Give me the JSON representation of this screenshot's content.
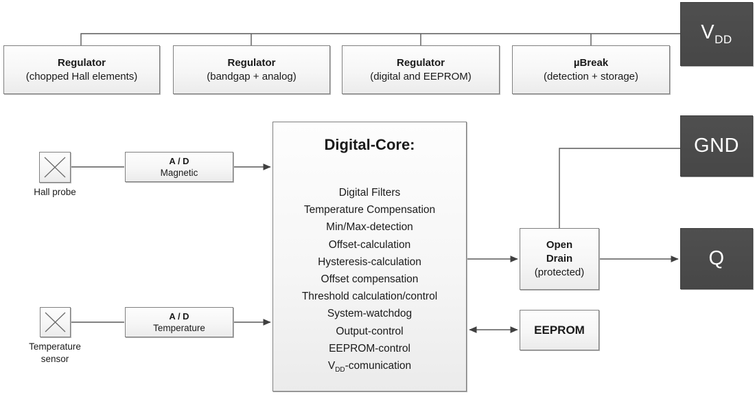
{
  "diagram": {
    "top_row": {
      "boxes": [
        {
          "title": "Regulator",
          "subtitle": "(chopped Hall elements)"
        },
        {
          "title": "Regulator",
          "subtitle": "(bandgap + analog)"
        },
        {
          "title": "Regulator",
          "subtitle": "(digital and EEPROM)"
        },
        {
          "title": "µBreak",
          "subtitle": "(detection + storage)"
        }
      ]
    },
    "pins": {
      "vdd": {
        "base": "V",
        "sub": "DD"
      },
      "gnd": "GND",
      "q": "Q"
    },
    "core": {
      "title": "Digital-Core:",
      "items": [
        "Digital Filters",
        "Temperature Compensation",
        "Min/Max-detection",
        "Offset-calculation",
        "Hysteresis-calculation",
        "Offset compensation",
        "Threshold calculation/control",
        "System-watchdog",
        "Output-control",
        "EEPROM-control"
      ],
      "vdd_item": {
        "base": "V",
        "sub": "DD",
        "rest": "-comunication"
      }
    },
    "inputs": {
      "hall": {
        "label": "Hall probe",
        "adc_line1": "A / D",
        "adc_line2": "Magnetic"
      },
      "temperature": {
        "label": "Temperature sensor",
        "adc_line1": "A / D",
        "adc_line2": "Temperature"
      }
    },
    "outputs": {
      "open_drain": {
        "line1": "Open",
        "line2": "Drain",
        "line3": "(protected)"
      },
      "eeprom": "EEPROM"
    },
    "colors": {
      "dark_box": "#4d4d4d",
      "light_box_border": "#7f7f7f",
      "wire": "#595959"
    }
  }
}
